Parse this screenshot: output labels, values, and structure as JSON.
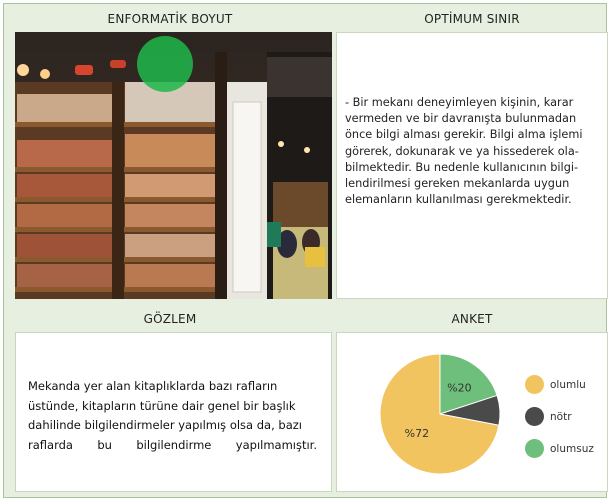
{
  "panels": {
    "top_left": {
      "title": "ENFORMATİK BOYUT"
    },
    "top_right": {
      "title": "OPTİMUM SINIR",
      "text_lines": [
        "- Bir mekanı deneyimleyen kişinin, karar",
        "vermeden ve bir davranışta bulunmadan",
        "önce bilgi alması gerekir. Bilgi alma işlemi",
        "görerek, dokunarak ve ya hissederek ola-",
        "bilmektedir. Bu nedenle kullanıcının bilgi-",
        "lendirilmesi gereken mekanlarda uygun",
        "elemanların kullanılması gerekmektedir."
      ]
    },
    "bottom_left": {
      "title": "GÖZLEM",
      "text_lines": [
        "Mekanda yer alan kitaplıklarda bazı rafların",
        "üstünde, kitapların türüne dair genel bir başlık",
        "dahilinde bilgilendirmeler yapılmış olsa da, bazı",
        "raflarda bu bilgilendirme yapılmamıştır."
      ]
    },
    "bottom_right": {
      "title": "ANKET"
    }
  },
  "colors": {
    "olumlu": "#f2c45f",
    "notr": "#4a4a4a",
    "olumsuz": "#6ebf7c",
    "highlight": "#1fb84a"
  },
  "chart_data": {
    "type": "pie",
    "slices": [
      {
        "name": "olumlu",
        "value": 72,
        "label": "%72"
      },
      {
        "name": "nötr",
        "value": 8,
        "label": ""
      },
      {
        "name": "olumsuz",
        "value": 20,
        "label": "%20"
      }
    ],
    "legend": [
      "olumlu",
      "nötr",
      "olumsuz"
    ],
    "legend_position": "right"
  }
}
